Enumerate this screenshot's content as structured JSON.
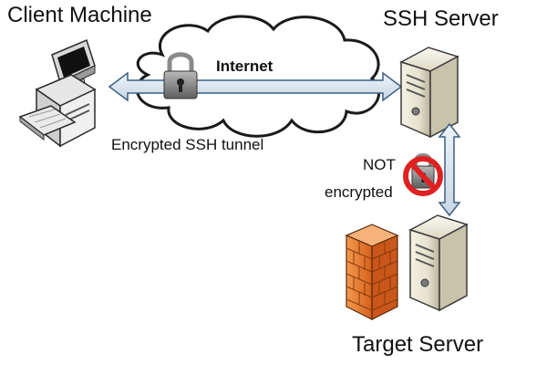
{
  "diagram": {
    "client_title": "Client Machine",
    "ssh_server_title": "SSH Server",
    "target_server_title": "Target Server",
    "internet_label": "Internet",
    "tunnel_label": "Encrypted SSH tunnel",
    "not_encrypted_line1": "NOT",
    "not_encrypted_line2": "encrypted"
  },
  "colors": {
    "cloud_fill": "#ffffff",
    "cloud_stroke": "#1a1a1a",
    "arrow_fill": "#dde6f0",
    "arrow_stroke": "#3b5f86",
    "prohibit_red": "#e02020",
    "firewall_orange": "#e8742a",
    "server_body": "#e9e5d4"
  },
  "icons": [
    "desktop-computer-icon",
    "cloud-icon",
    "padlock-icon",
    "server-icon",
    "firewall-icon",
    "prohibited-icon"
  ]
}
